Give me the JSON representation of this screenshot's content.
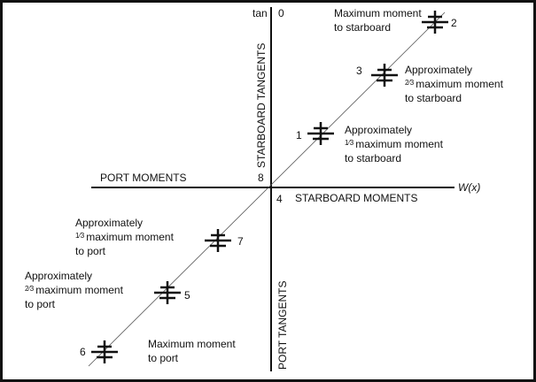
{
  "axes": {
    "tan_label": "tan",
    "tan_zero": "0",
    "starboard_tangents": "STARBOARD TANGENTS",
    "port_tangents": "PORT TANGENTS",
    "port_moments": "PORT MOMENTS",
    "starboard_moments": "STARBOARD MOMENTS",
    "w_x": "W(x)",
    "origin_upper": "8",
    "origin_lower": "4"
  },
  "points": [
    {
      "num": "2",
      "line1": "Maximum moment",
      "frac": "",
      "line2": "to starboard",
      "line3": ""
    },
    {
      "num": "3",
      "line1": "Approximately",
      "frac": "2⁄3",
      "line2": "maximum moment",
      "line3": "to starboard"
    },
    {
      "num": "1",
      "line1": "Approximately",
      "frac": "1⁄3",
      "line2": "maximum moment",
      "line3": "to starboard"
    },
    {
      "num": "7",
      "line1": "Approximately",
      "frac": "1⁄3",
      "line2": "maximum moment",
      "line3": "to port"
    },
    {
      "num": "5",
      "line1": "Approximately",
      "frac": "2⁄3",
      "line2": "maximum moment",
      "line3": "to port"
    },
    {
      "num": "6",
      "line1": "Maximum moment",
      "frac": "",
      "line2": "to port",
      "line3": ""
    }
  ]
}
